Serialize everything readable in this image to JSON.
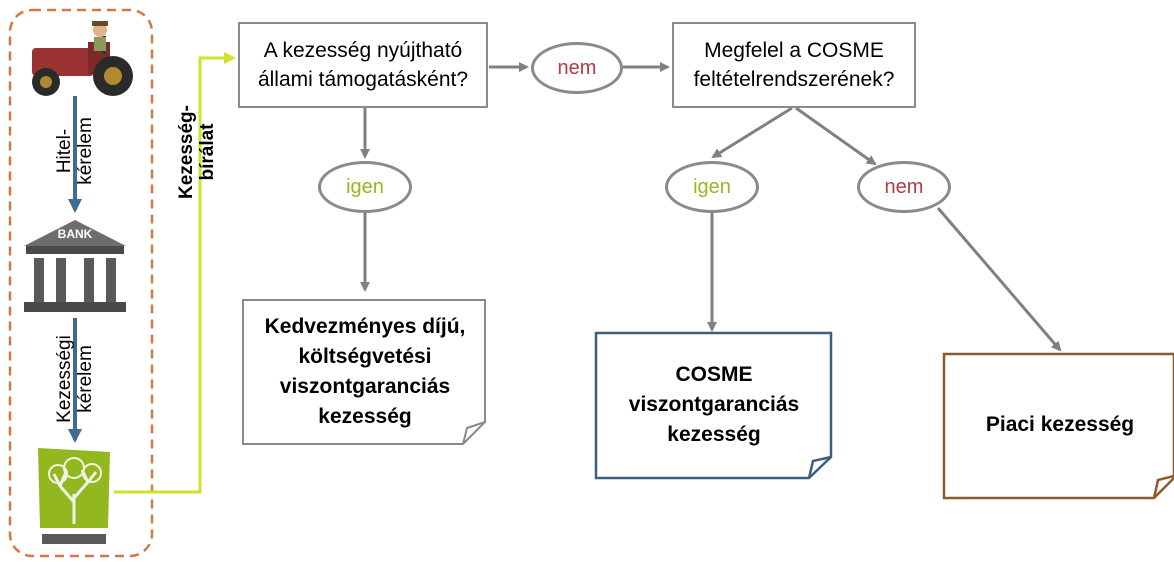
{
  "actors": {
    "farmer_icon": "farmer-tractor-icon",
    "bank_icon": "bank-building-icon",
    "bank_sign": "BANK",
    "guarantor_icon": "tree-logo-icon"
  },
  "left_labels": {
    "credit_request": [
      "Hitel-",
      "kérelem"
    ],
    "guarantee_request": [
      "Kezességi",
      "kérelem"
    ],
    "guarantee_review": [
      "Kezesség-",
      "bírálat"
    ]
  },
  "questions": {
    "state_aid": "A kezesség nyújtható állami támogatásként?",
    "cosme": "Megfelel a COSME feltételrendszerének?"
  },
  "answers": {
    "yes": "igen",
    "no": "nem"
  },
  "outcomes": {
    "budget_counter_guarantee": "Kedvezményes díjú, költségvetési viszontgaranciás kezesség",
    "cosme_counter_guarantee": "COSME viszontgaranciás kezesség",
    "market_guarantee": "Piaci kezesség"
  },
  "colors": {
    "flow_arrow": "#808080",
    "left_arrow": "#3f6b8f",
    "review_line": "#d2e12e",
    "dashed_frame": "#d07a4a",
    "yes_text": "#9ab520",
    "no_text": "#b23a4a",
    "cosme_border": "#3b5f7d",
    "market_border": "#8a5a2b"
  }
}
